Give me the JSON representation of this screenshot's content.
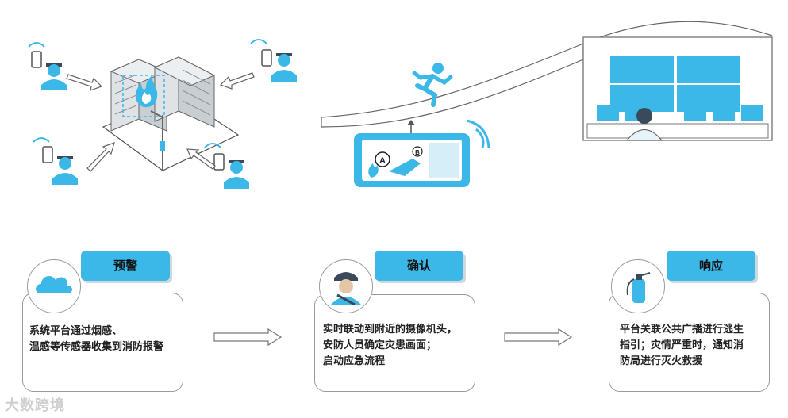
{
  "colors": {
    "accent": "#3cb8e8",
    "outline": "#9a9a9a",
    "text": "#222222",
    "fire": "#3cb8e8"
  },
  "steps": [
    {
      "title": "预警",
      "icon": "cloud-icon",
      "text": "系统平台通过烟感、\n温感等传感器收集到消防报警"
    },
    {
      "title": "确认",
      "icon": "security-guard-icon",
      "text": "实时联动到附近的摄像机头，\n安防人员确定灾患画面；\n启动应急流程"
    },
    {
      "title": "响应",
      "icon": "fire-extinguisher-icon",
      "text": "平台关联公共广播进行逃生\n指引；灾情严重时，通知消\n防局进行灭火救援"
    }
  ],
  "map_labels": {
    "point_a": "A",
    "point_b": "B"
  },
  "watermark": "大数跨境"
}
